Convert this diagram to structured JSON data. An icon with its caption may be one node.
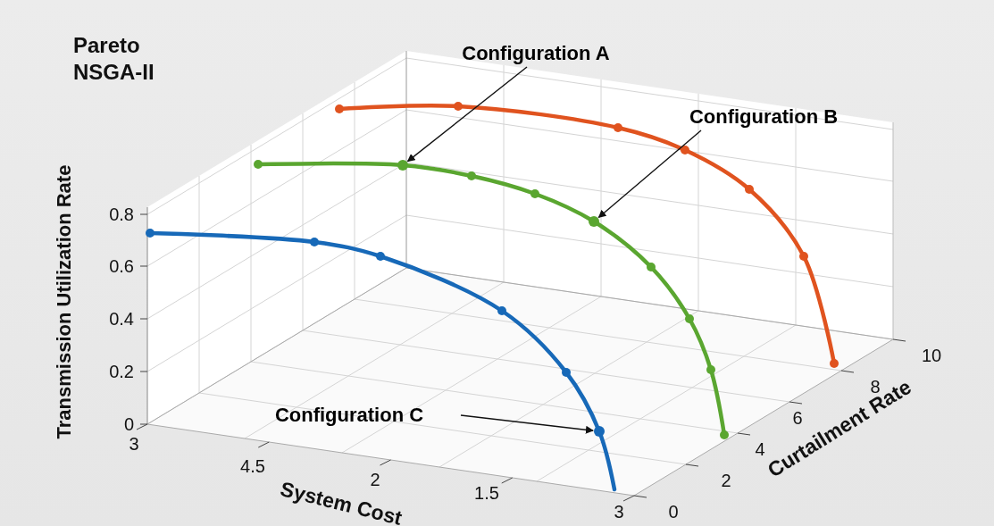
{
  "diagram": {
    "title": "Pareto NSGA-II",
    "nodes": [
      {
        "text": [
          "Configuration A"
        ]
      },
      {
        "text": [
          "Configuration B"
        ]
      },
      {
        "text": [
          "Configuration C"
        ]
      },
      {
        "text": [],
        "shape": "circle"
      },
      {
        "text": [],
        "shape": "circle"
      },
      {
        "text": [],
        "shape": "circle"
      }
    ],
    "edges": [
      {
        "from": 0,
        "to": 3,
        "arrow": "to"
      },
      {
        "from": 1,
        "to": 4,
        "arrow": "to"
      },
      {
        "from": 2,
        "to": 5,
        "arrow": "to"
      }
    ],
    "labels": [
      "Transmission Utilization Rate",
      "0.8",
      "0.6",
      "0.4",
      "0.2",
      "0",
      "3",
      "4.5",
      "2",
      "1.5",
      "3",
      "System Cost",
      "0",
      "2",
      "4",
      "6",
      "8",
      "10",
      "Curtailment Rate"
    ]
  }
}
